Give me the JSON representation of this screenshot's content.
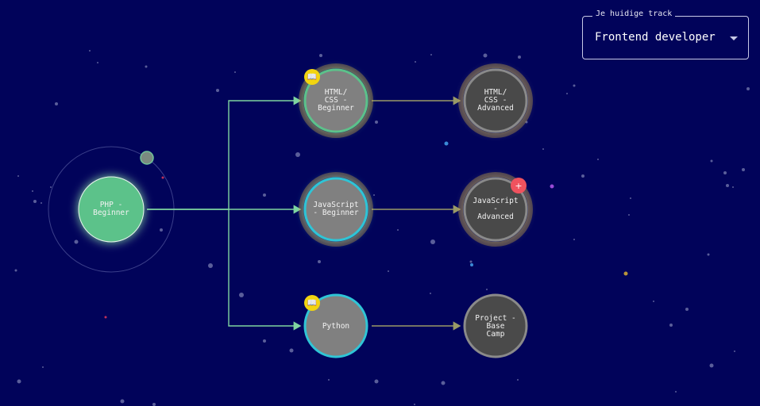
{
  "track_selector": {
    "legend": "Je huidige track",
    "value": "Frontend developer",
    "arrow_icon": "caret-down-icon"
  },
  "nodes": [
    {
      "id": "php-beginner",
      "label": "PHP -\nBeginner",
      "state": "completed",
      "badge": null
    },
    {
      "id": "html-css-beginner",
      "label": "HTML/\nCSS -\nBeginner",
      "state": "available",
      "badge": "book-icon"
    },
    {
      "id": "javascript-beginner",
      "label": "JavaScript\n- Beginner",
      "state": "available",
      "badge": null
    },
    {
      "id": "python",
      "label": "Python",
      "state": "available",
      "badge": "book-icon"
    },
    {
      "id": "html-css-advanced",
      "label": "HTML/\nCSS -\nAdvanced",
      "state": "locked",
      "badge": null
    },
    {
      "id": "javascript-advanced",
      "label": "JavaScript\n-\nAdvanced",
      "state": "locked",
      "badge": "plus-icon"
    },
    {
      "id": "project-base-camp",
      "label": "Project -\nBase\nCamp",
      "state": "locked",
      "badge": null
    }
  ],
  "colors": {
    "background": "#01035a",
    "completed_fill": "#5cc28a",
    "available_fill": "#808080",
    "locked_fill": "#4a4a4a",
    "green_ring": "#5cc28a",
    "cyan_ring": "#2fc5d6",
    "badge_yellow": "#f2d410",
    "plus_red": "#f0525e",
    "connector_green": "#7fd5a0",
    "connector_olive": "#9a9a66"
  }
}
